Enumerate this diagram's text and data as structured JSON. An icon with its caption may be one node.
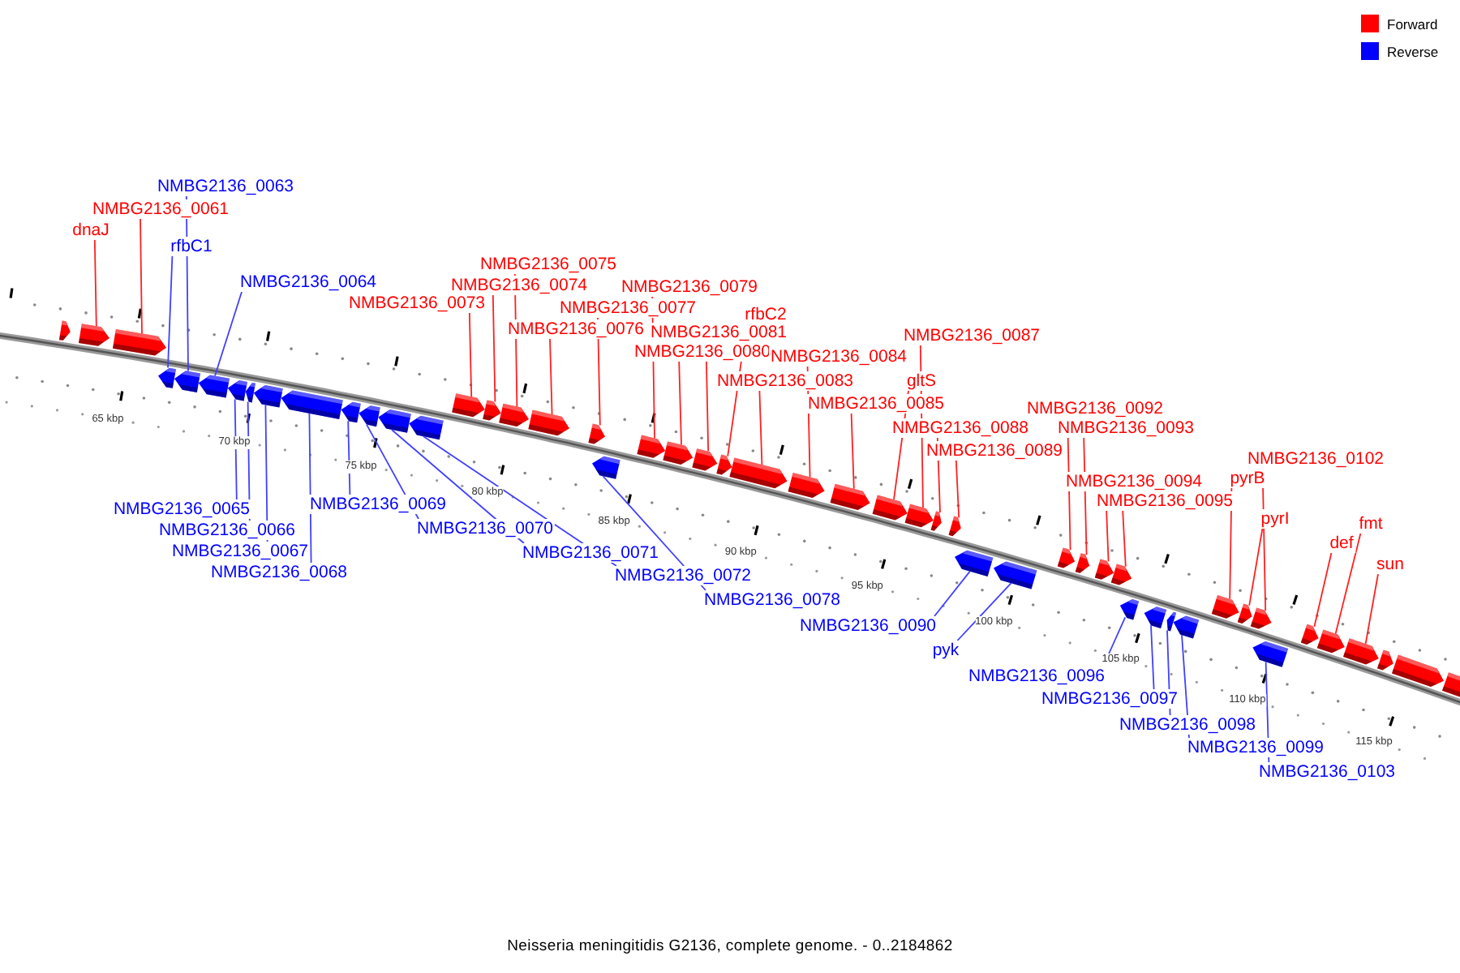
{
  "diagram": {
    "caption": "Neisseria meningitidis G2136, complete genome. - 0..2184862",
    "nodes": [
      {
        "text": [
          "dnaJ"
        ]
      },
      {
        "text": [
          "NMBG2136_0061"
        ]
      },
      {
        "text": [
          "rfbC1"
        ]
      },
      {
        "text": [
          "NMBG2136_0063"
        ]
      },
      {
        "text": [
          "NMBG2136_0064"
        ]
      },
      {
        "text": [
          "NMBG2136_0065"
        ]
      },
      {
        "text": [
          "NMBG2136_0066"
        ]
      },
      {
        "text": [
          "NMBG2136_0067"
        ]
      },
      {
        "text": [
          "NMBG2136_0068"
        ]
      },
      {
        "text": [
          "NMBG2136_0069"
        ]
      },
      {
        "text": [
          "NMBG2136_0070"
        ]
      },
      {
        "text": [
          "NMBG2136_0071"
        ]
      },
      {
        "text": [
          "NMBG2136_0072"
        ]
      },
      {
        "text": [
          "NMBG2136_0073"
        ]
      },
      {
        "text": [
          "NMBG2136_0074"
        ]
      },
      {
        "text": [
          "NMBG2136_0075"
        ]
      },
      {
        "text": [
          "NMBG2136_0076"
        ]
      },
      {
        "text": [
          "NMBG2136_0077"
        ]
      },
      {
        "text": [
          "NMBG2136_0078"
        ]
      },
      {
        "text": [
          "NMBG2136_0079"
        ]
      },
      {
        "text": [
          "NMBG2136_0080"
        ]
      },
      {
        "text": [
          "NMBG2136_0081"
        ]
      },
      {
        "text": [
          "rfbC2"
        ]
      },
      {
        "text": [
          "NMBG2136_0083"
        ]
      },
      {
        "text": [
          "NMBG2136_0084"
        ]
      },
      {
        "text": [
          "NMBG2136_0085"
        ]
      },
      {
        "text": [
          "gltS"
        ]
      },
      {
        "text": [
          "NMBG2136_0087"
        ]
      },
      {
        "text": [
          "NMBG2136_0088"
        ]
      },
      {
        "text": [
          "NMBG2136_0089"
        ]
      },
      {
        "text": [
          "NMBG2136_0090"
        ]
      },
      {
        "text": [
          "pyk"
        ]
      },
      {
        "text": [
          "NMBG2136_0092"
        ]
      },
      {
        "text": [
          "NMBG2136_0093"
        ]
      },
      {
        "text": [
          "NMBG2136_0094"
        ]
      },
      {
        "text": [
          "NMBG2136_0095"
        ]
      },
      {
        "text": [
          "NMBG2136_0096"
        ]
      },
      {
        "text": [
          "NMBG2136_0097"
        ]
      },
      {
        "text": [
          "NMBG2136_0098"
        ]
      },
      {
        "text": [
          "NMBG2136_0099"
        ]
      },
      {
        "text": [
          "pyrB"
        ]
      },
      {
        "text": [
          "pyrI"
        ]
      },
      {
        "text": [
          "NMBG2136_0102"
        ]
      },
      {
        "text": [
          "NMBG2136_0103"
        ]
      },
      {
        "text": [
          "def"
        ]
      },
      {
        "text": [
          "fmt"
        ]
      },
      {
        "text": [
          "sun"
        ]
      },
      {
        "text": [],
        "shape": "arrow"
      },
      {
        "text": [],
        "shape": "arrow"
      },
      {
        "text": [],
        "shape": "arrow"
      },
      {
        "text": [],
        "shape": "arrow"
      },
      {
        "text": [],
        "shape": "arrow"
      },
      {
        "text": [],
        "shape": "arrow"
      },
      {
        "text": [],
        "shape": "arrow"
      },
      {
        "text": [],
        "shape": "arrow"
      },
      {
        "text": [],
        "shape": "arrow"
      },
      {
        "text": [],
        "shape": "arrow"
      },
      {
        "text": [],
        "shape": "arrow"
      },
      {
        "text": [],
        "shape": "arrow"
      },
      {
        "text": [],
        "shape": "arrow"
      },
      {
        "text": [],
        "shape": "arrow"
      },
      {
        "text": [],
        "shape": "arrow"
      },
      {
        "text": [],
        "shape": "arrow"
      },
      {
        "text": [],
        "shape": "arrow"
      },
      {
        "text": [],
        "shape": "arrow"
      },
      {
        "text": [],
        "shape": "arrow"
      },
      {
        "text": [],
        "shape": "arrow"
      },
      {
        "text": [],
        "shape": "arrow"
      },
      {
        "text": [],
        "shape": "arrow"
      },
      {
        "text": [],
        "shape": "arrow"
      },
      {
        "text": [],
        "shape": "arrow"
      },
      {
        "text": [],
        "shape": "arrow"
      },
      {
        "text": [],
        "shape": "arrow"
      },
      {
        "text": [],
        "shape": "arrow"
      },
      {
        "text": [],
        "shape": "arrow"
      },
      {
        "text": [],
        "shape": "arrow"
      },
      {
        "text": [],
        "shape": "arrow"
      },
      {
        "text": [],
        "shape": "arrow"
      },
      {
        "text": [],
        "shape": "arrow"
      },
      {
        "text": [],
        "shape": "arrow"
      },
      {
        "text": [],
        "shape": "arrow"
      },
      {
        "text": [],
        "shape": "arrow"
      },
      {
        "text": [],
        "shape": "arrow"
      },
      {
        "text": [],
        "shape": "arrow"
      },
      {
        "text": [],
        "shape": "arrow"
      },
      {
        "text": [],
        "shape": "arrow"
      },
      {
        "text": [],
        "shape": "arrow"
      },
      {
        "text": [],
        "shape": "arrow"
      },
      {
        "text": [],
        "shape": "arrow"
      },
      {
        "text": [],
        "shape": "arrow"
      },
      {
        "text": [],
        "shape": "arrow"
      },
      {
        "text": [],
        "shape": "arrow"
      },
      {
        "text": [],
        "shape": "arrow"
      },
      {
        "text": [],
        "shape": "arrow"
      },
      {
        "text": [],
        "shape": "arrow"
      },
      {
        "text": [],
        "shape": "arrow"
      },
      {
        "text": [],
        "shape": "arrow"
      },
      {
        "text": [],
        "shape": "arrow"
      }
    ],
    "edges": [
      {
        "from": 0,
        "to": 48,
        "arrow": "none"
      },
      {
        "from": 1,
        "to": 49,
        "arrow": "none"
      },
      {
        "from": 2,
        "to": 50,
        "arrow": "none",
        "color": "#4040ff"
      },
      {
        "from": 3,
        "to": 51,
        "arrow": "none",
        "color": "#4040ff"
      },
      {
        "from": 4,
        "to": 52,
        "arrow": "none",
        "color": "#4040ff"
      },
      {
        "from": 5,
        "to": 53,
        "arrow": "none",
        "color": "#4040ff"
      },
      {
        "from": 6,
        "to": 54,
        "arrow": "none",
        "color": "#4040ff"
      },
      {
        "from": 7,
        "to": 55,
        "arrow": "none",
        "color": "#4040ff"
      },
      {
        "from": 8,
        "to": 56,
        "arrow": "none",
        "color": "#4040ff"
      },
      {
        "from": 9,
        "to": 57,
        "arrow": "none",
        "color": "#4040ff"
      },
      {
        "from": 10,
        "to": 58,
        "arrow": "none",
        "color": "#4040ff"
      },
      {
        "from": 11,
        "to": 59,
        "arrow": "none",
        "color": "#4040ff"
      },
      {
        "from": 12,
        "to": 60,
        "arrow": "none",
        "color": "#4040ff"
      },
      {
        "from": 13,
        "to": 61,
        "arrow": "none"
      },
      {
        "from": 14,
        "to": 62,
        "arrow": "none"
      },
      {
        "from": 15,
        "to": 63,
        "arrow": "none"
      },
      {
        "from": 16,
        "to": 64,
        "arrow": "none"
      },
      {
        "from": 17,
        "to": 65,
        "arrow": "none"
      },
      {
        "from": 18,
        "to": 66,
        "arrow": "none",
        "color": "#4040ff"
      },
      {
        "from": 19,
        "to": 67,
        "arrow": "none"
      },
      {
        "from": 20,
        "to": 68,
        "arrow": "none"
      },
      {
        "from": 21,
        "to": 69,
        "arrow": "none"
      },
      {
        "from": 22,
        "to": 70,
        "arrow": "none"
      },
      {
        "from": 23,
        "to": 71,
        "arrow": "none"
      },
      {
        "from": 24,
        "to": 72,
        "arrow": "none"
      },
      {
        "from": 25,
        "to": 73,
        "arrow": "none"
      },
      {
        "from": 26,
        "to": 74,
        "arrow": "none"
      },
      {
        "from": 27,
        "to": 75,
        "arrow": "none"
      },
      {
        "from": 28,
        "to": 76,
        "arrow": "none"
      },
      {
        "from": 29,
        "to": 77,
        "arrow": "none"
      },
      {
        "from": 30,
        "to": 78,
        "arrow": "none",
        "color": "#4040ff"
      },
      {
        "from": 31,
        "to": 79,
        "arrow": "none",
        "color": "#4040ff"
      },
      {
        "from": 32,
        "to": 80,
        "arrow": "none"
      },
      {
        "from": 33,
        "to": 81,
        "arrow": "none"
      },
      {
        "from": 34,
        "to": 82,
        "arrow": "none"
      },
      {
        "from": 35,
        "to": 83,
        "arrow": "none"
      },
      {
        "from": 36,
        "to": 84,
        "arrow": "none",
        "color": "#4040ff"
      },
      {
        "from": 37,
        "to": 85,
        "arrow": "none",
        "color": "#4040ff"
      },
      {
        "from": 38,
        "to": 86,
        "arrow": "none",
        "color": "#4040ff"
      },
      {
        "from": 39,
        "to": 87,
        "arrow": "none",
        "color": "#4040ff"
      },
      {
        "from": 40,
        "to": 88,
        "arrow": "none"
      },
      {
        "from": 41,
        "to": 89,
        "arrow": "none"
      },
      {
        "from": 42,
        "to": 90,
        "arrow": "none"
      },
      {
        "from": 43,
        "to": 91,
        "arrow": "none",
        "color": "#4040ff"
      },
      {
        "from": 44,
        "to": 92,
        "arrow": "none"
      },
      {
        "from": 45,
        "to": 93,
        "arrow": "none"
      },
      {
        "from": 46,
        "to": 94,
        "arrow": "none"
      }
    ],
    "labels": [
      "65 kbp",
      "70 kbp",
      "75 kbp",
      "80 kbp",
      "85 kbp",
      "90 kbp",
      "95 kbp",
      "100 kbp",
      "105 kbp",
      "110 kbp",
      "115 kbp"
    ],
    "legend": [
      {
        "text": "Forward",
        "color": "#ff0000"
      },
      {
        "text": "Reverse",
        "color": "#0000ff"
      }
    ]
  }
}
